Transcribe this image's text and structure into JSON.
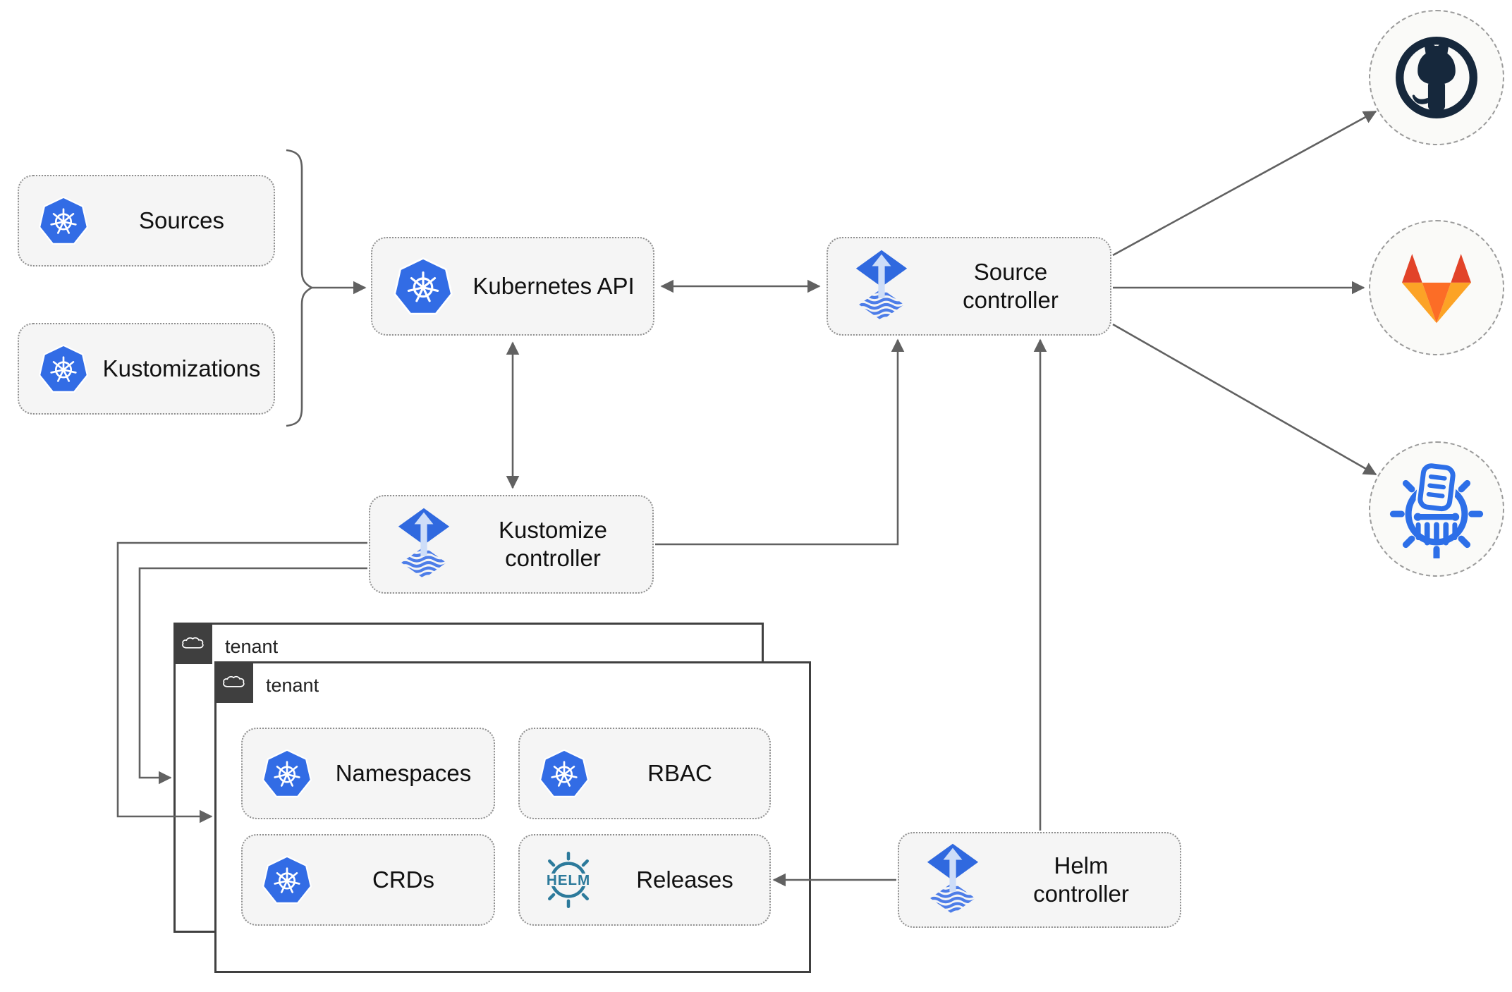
{
  "colors": {
    "canvas_bg": "#ffffff",
    "box_bg": "#f5f5f5",
    "box_border": "#8f8f8f",
    "text": "#111111",
    "arrow": "#616161",
    "tenant_border": "#404040",
    "badge_bg": "#3f3f3f",
    "tenant_text": "#222222",
    "endpoint_bg": "#fafaf8",
    "endpoint_border": "#9b9b9b",
    "k8s_blue": "#326ce5",
    "flux_blue": "#3069df",
    "flux_light": "#cdddf8",
    "flux_stripe": "#4d7de8",
    "helm_teal": "#2c7a9b",
    "github_dark": "#16283c",
    "gitlab_red": "#e24329",
    "gitlab_orange": "#fc6d26",
    "gitlab_light": "#fca326",
    "chartmuseum_blue": "#2d6fe8"
  },
  "nodes": {
    "sources": {
      "label": "Sources",
      "icon": "kubernetes"
    },
    "kustomizations": {
      "label": "Kustomizations",
      "icon": "kubernetes"
    },
    "kubernetes_api": {
      "label": "Kubernetes API",
      "icon": "kubernetes"
    },
    "source_controller": {
      "label": "Source controller",
      "icon": "flux"
    },
    "kustomize_controller": {
      "label": "Kustomize controller",
      "icon": "flux"
    },
    "helm_controller": {
      "label": "Helm controller",
      "icon": "flux"
    },
    "namespaces": {
      "label": "Namespaces",
      "icon": "kubernetes"
    },
    "rbac": {
      "label": "RBAC",
      "icon": "kubernetes"
    },
    "crds": {
      "label": "CRDs",
      "icon": "kubernetes"
    },
    "releases": {
      "label": "Releases",
      "icon": "helm"
    }
  },
  "tenants": {
    "outer": {
      "label": "tenant",
      "icon": "cloud"
    },
    "inner": {
      "label": "tenant",
      "icon": "cloud"
    }
  },
  "endpoints": {
    "github": {
      "icon": "github"
    },
    "gitlab": {
      "icon": "gitlab"
    },
    "chartmuseum": {
      "icon": "chartmuseum"
    }
  },
  "helm_logo_text": "HELM"
}
